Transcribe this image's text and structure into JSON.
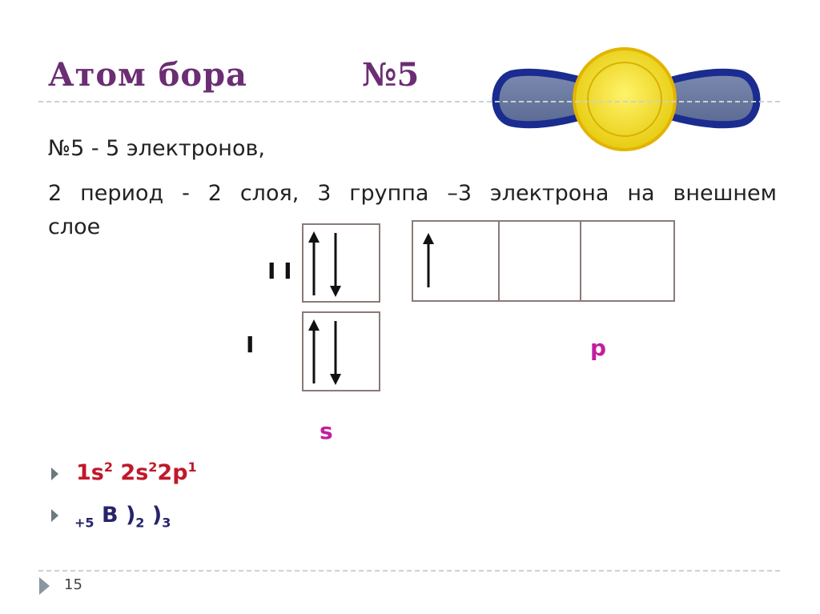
{
  "title": {
    "atom": "Атом бора",
    "number": "№5"
  },
  "text": {
    "line1": "№5 - 5 электронов,",
    "line2": "2 период - 2 слоя, 3 группа –3 электрона на внешнем",
    "line3": "слое"
  },
  "diagram": {
    "level_2_label": "I I",
    "level_1_label": "I",
    "s_label": "s",
    "p_label": "p",
    "level_2_s_electrons": [
      "up",
      "down"
    ],
    "level_1_s_electrons": [
      "up",
      "down"
    ],
    "level_2_p_electrons": [
      [
        "up"
      ],
      [],
      []
    ]
  },
  "formulas": {
    "config": {
      "s1": "1s",
      "e1": "2",
      "s2": "2s",
      "e2": "2",
      "s3": "2p",
      "e3": "1"
    },
    "shells": {
      "charge": "+5",
      "symbol": "B",
      "b1": ")",
      "n1": "2",
      "b2": ")",
      "n2": "3"
    }
  },
  "footer": {
    "page": "15"
  },
  "colors": {
    "title": "#6b2d73",
    "orbital_label": "#c21f9f",
    "config": "#c0182a",
    "shells": "#26246b"
  }
}
